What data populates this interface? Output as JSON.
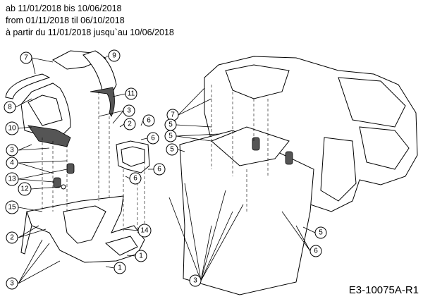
{
  "header": {
    "line_de": "ab 11/01/2018 bis 10/06/2018",
    "line_en": "from 01/11/2018 til 06/10/2018",
    "line_fr": "à partir du 11/01/2018 jusqu`au 10/06/2018"
  },
  "diagram_code": "E3-10075A-R1",
  "callouts": {
    "c7a": "7",
    "c9": "9",
    "c8": "8",
    "c11": "11",
    "c3a": "3",
    "c2a": "2",
    "c6a": "6",
    "c6b": "6",
    "c10": "10",
    "c3b": "3",
    "c4": "4",
    "c13": "13",
    "c12": "12",
    "c6c": "6",
    "c6d": "6",
    "c15": "15",
    "c14": "14",
    "c2b": "2",
    "c1a": "1",
    "c1b": "1",
    "c3c": "3",
    "c7b": "7",
    "c5a": "5",
    "c5b": "5",
    "c5c": "5",
    "c5d": "5",
    "c6e": "6",
    "c3d": "3"
  }
}
